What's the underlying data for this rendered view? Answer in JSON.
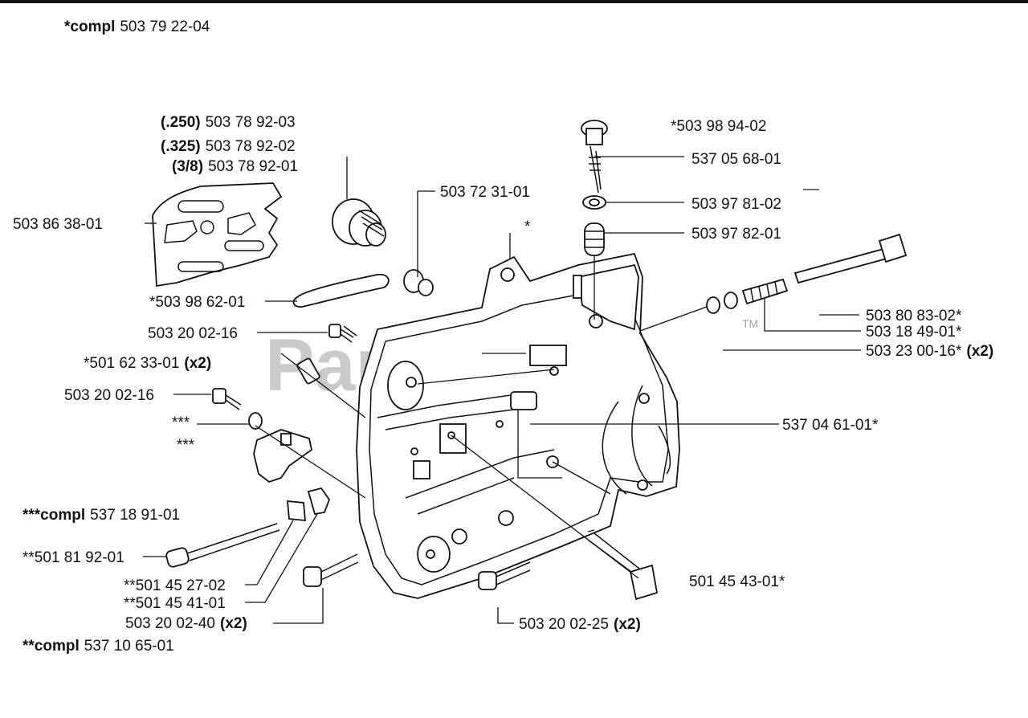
{
  "assembly": {
    "title": {
      "prefix": "*compl",
      "number": "503 79 22-04"
    },
    "watermark": {
      "text": "PartsTree",
      "mark": "TM"
    }
  },
  "callouts": [
    {
      "id": "bar-250",
      "bold": "(.250)",
      "text": "503 78 92-03"
    },
    {
      "id": "bar-325",
      "bold": "(.325)",
      "text": "503 78 92-02"
    },
    {
      "id": "bar-38",
      "bold": "(3/8)",
      "text": "503 78 92-01"
    },
    {
      "id": "plate",
      "bold": "",
      "text": "503 86 38-01"
    },
    {
      "id": "pin",
      "bold": "",
      "text": "503 72 31-01"
    },
    {
      "id": "star",
      "bold": "",
      "text": "*"
    },
    {
      "id": "chain-guide",
      "bold": "",
      "text": "*503 98 62-01"
    },
    {
      "id": "screw-a",
      "bold": "",
      "text": "503 20 02-16"
    },
    {
      "id": "pin-x2",
      "bold": "",
      "text": "*501 62 33-01",
      "suffix": "(x2)"
    },
    {
      "id": "screw-b",
      "bold": "",
      "text": "503 20 02-16"
    },
    {
      "id": "triple-a",
      "bold": "",
      "text": "***"
    },
    {
      "id": "triple-b",
      "bold": "",
      "text": "***"
    },
    {
      "id": "compl-triple",
      "bold": "***compl",
      "text": "537 18 91-01"
    },
    {
      "id": "tension-screw",
      "bold": "",
      "text": "**501 81 92-01"
    },
    {
      "id": "nut-a",
      "bold": "",
      "text": "**501 45 27-02"
    },
    {
      "id": "nut-b",
      "bold": "",
      "text": "**501 45 41-01"
    },
    {
      "id": "screw-40",
      "bold": "",
      "text": "503 20 02-40",
      "suffix": "(x2)"
    },
    {
      "id": "compl-double",
      "bold": "**compl",
      "text": "537 10 65-01"
    },
    {
      "id": "knob-kit",
      "bold": "",
      "text": "*503 98 94-02"
    },
    {
      "id": "adjust-screw",
      "bold": "",
      "text": "537 05 68-01"
    },
    {
      "id": "washer",
      "bold": "",
      "text": "503 97 81-02"
    },
    {
      "id": "spring",
      "bold": "",
      "text": "503 97 82-01"
    },
    {
      "id": "shaft",
      "bold": "",
      "text": "503 80 83-02*"
    },
    {
      "id": "spring-b",
      "bold": "",
      "text": "503 18 49-01*"
    },
    {
      "id": "screw-16",
      "bold": "",
      "text": "503 23 00-16*",
      "suffix": "(x2)"
    },
    {
      "id": "cover",
      "bold": "",
      "text": "537 04 61-01*"
    },
    {
      "id": "bolt",
      "bold": "",
      "text": "501 45 43-01*"
    },
    {
      "id": "screw-25",
      "bold": "",
      "text": "503 20 02-25",
      "suffix": "(x2)"
    }
  ]
}
